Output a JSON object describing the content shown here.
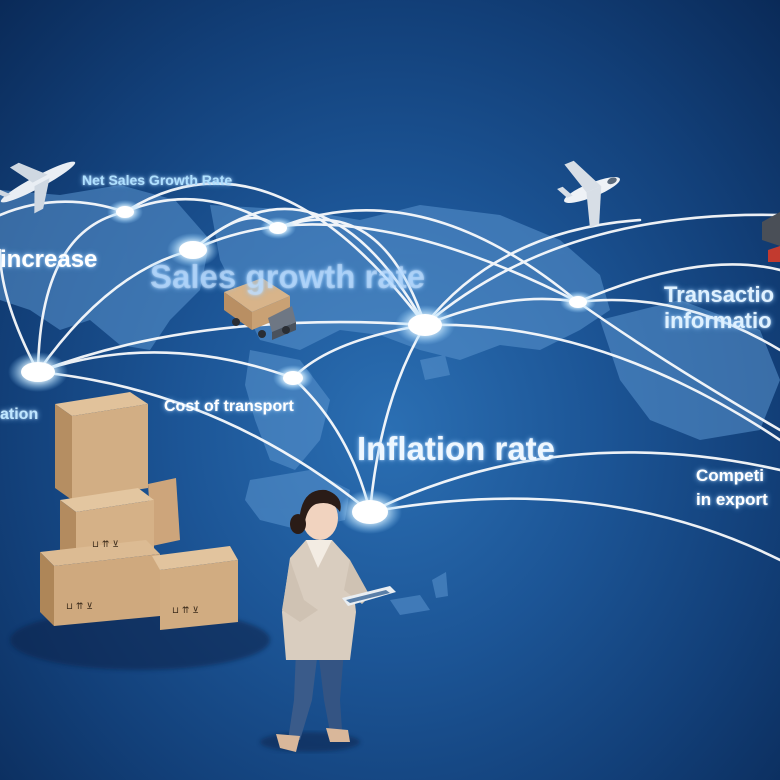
{
  "labels": {
    "net_sales_growth_rate": "Net Sales Growth Rate",
    "increase": "increase",
    "sales_growth_rate": "Sales growth rate",
    "transaction_line1": "Transactio",
    "transaction_line2": "informatio",
    "ation": "ation",
    "cost_of_transport": "Cost of transport",
    "inflation_rate": "Inflation rate",
    "competitiveness_line1": "Competi",
    "competitiveness_line2": "in export"
  },
  "box_marks": [
    "⊔ ⇈ ⊻",
    "⊔ ⇈ ⊻",
    "⊔ ⇈ ⊻"
  ],
  "colors": {
    "background": "#1c5596",
    "continent": "#5b95cf",
    "glow": "#ffffff",
    "cardboard": "#c9a67d"
  }
}
